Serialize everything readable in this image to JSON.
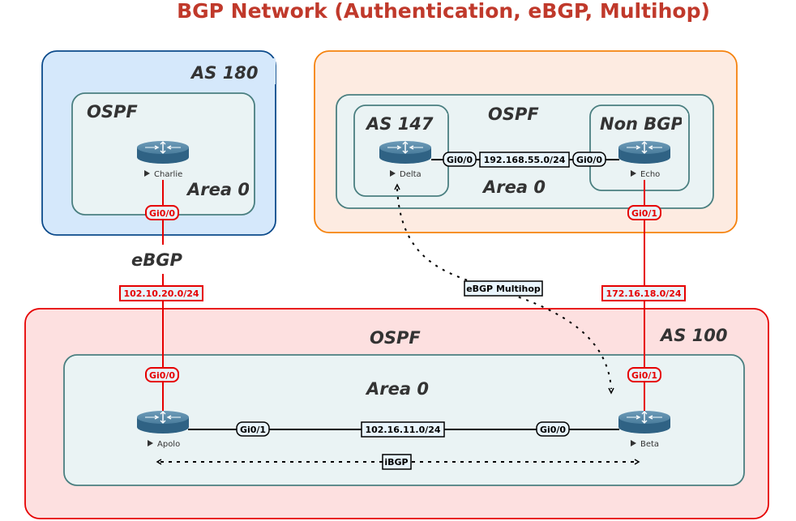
{
  "title": "BGP Network (Authentication, eBGP, Multihop)",
  "colors": {
    "title": "#c0392b",
    "ebgp_link": "#e60000",
    "ibgp_link": "#000000",
    "as180_fill": "#d5e8fb",
    "as180_stroke": "#0b4a8b",
    "as147_fill": "#fdebe1",
    "as147_stroke": "#f5820d",
    "as100_fill": "#fde0e0",
    "as100_stroke": "#e60000",
    "ospf_fill": "#eaf3f4",
    "ospf_stroke": "#4a7f80",
    "router_body": "#2f6284"
  },
  "zones": {
    "as180": {
      "label": "AS  180",
      "ospf_label": "OSPF",
      "area_label": "Area 0"
    },
    "as147_outer": {
      "ospf_label": "OSPF",
      "area_label": "Area 0"
    },
    "as147_inner": {
      "label": "AS  147"
    },
    "non_bgp": {
      "label": "Non BGP"
    },
    "as100": {
      "label": "AS 100",
      "ospf_label": "OSPF",
      "area_label": "Area 0"
    }
  },
  "routers": {
    "charlie": {
      "name": "Charlie",
      "icon": "router-icon"
    },
    "delta": {
      "name": "Delta",
      "icon": "router-icon"
    },
    "echo": {
      "name": "Echo",
      "icon": "router-icon"
    },
    "apolo": {
      "name": "Apolo",
      "icon": "router-icon"
    },
    "beta": {
      "name": "Beta",
      "icon": "router-icon"
    }
  },
  "links": {
    "charlie_apolo": {
      "label": "eBGP",
      "network": "102.10.20.0/24",
      "if_a": "Gi0/0",
      "if_b": "Gi0/0"
    },
    "delta_echo": {
      "network": "192.168.55.0/24",
      "if_a": "Gi0/0",
      "if_b": "Gi0/0"
    },
    "echo_beta": {
      "network": "172.16.18.0/24",
      "if_a": "Gi0/1",
      "if_b": "Gi0/1"
    },
    "apolo_beta": {
      "network": "102.16.11.0/24",
      "if_a": "Gi0/1",
      "if_b": "Gi0/0"
    }
  },
  "sessions": {
    "multihop": {
      "label": "eBGP Multihop"
    },
    "ibgp": {
      "label": "iBGP"
    }
  }
}
